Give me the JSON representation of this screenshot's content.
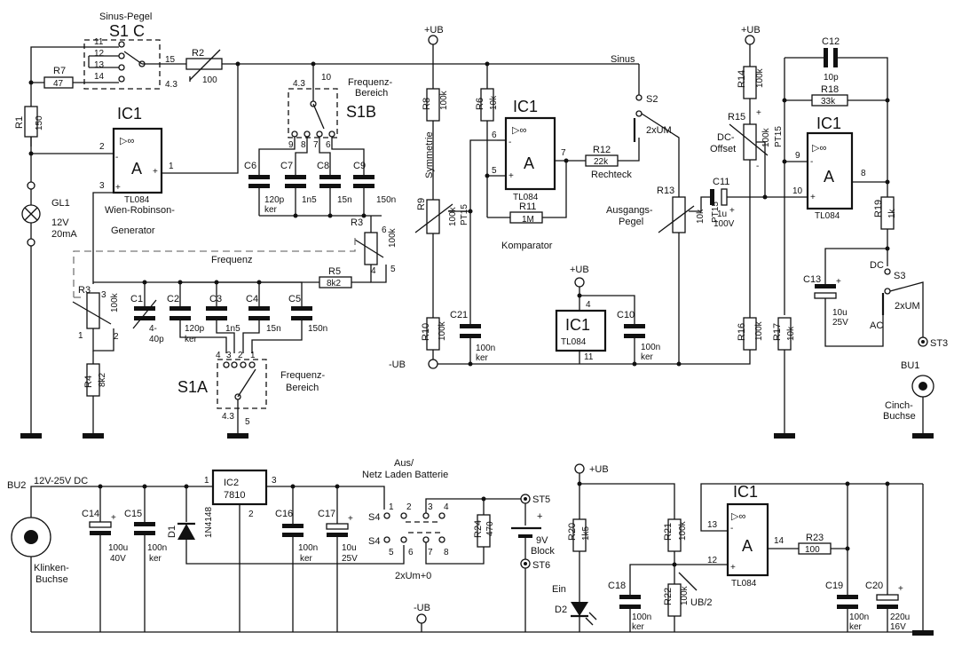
{
  "labels": {
    "sinus_pegel": "Sinus-Pegel",
    "s1c": "S1 C",
    "ic1_top_left": "IC1",
    "ic1_top_mid": "IC1",
    "ic1_top_right": "IC1",
    "ic1_supply": "IC1",
    "ic1_bottom": "IC1",
    "ic2": "IC2",
    "ic2_part": "7810",
    "tl084_1": "TL084",
    "tl084_2": "TL084",
    "tl084_3": "TL084",
    "tl084_4": "TL084",
    "tl084_5": "TL084",
    "wien": "Wien-Robinson-",
    "generator": "Generator",
    "frequenz": "Frequenz",
    "freq_bereich_1": "Frequenz-",
    "freq_bereich_2": "Bereich",
    "s1b": "S1B",
    "s1a": "S1A",
    "komparator": "Komparator",
    "sinus": "Sinus",
    "rechteck": "Rechteck",
    "symmetrie": "Symmetrie",
    "ausgangs": "Ausgangs-",
    "pegel": "Pegel",
    "dc_offset_1": "DC-",
    "dc_offset_2": "Offset",
    "ub_plus": "+UB",
    "ub_minus": "-UB",
    "ub_half": "UB/2",
    "s2": "S2",
    "s3": "S3",
    "x2um": "2xUM",
    "dc": "DC",
    "ac": "AC",
    "st3": "ST3",
    "bu1": "BU1",
    "cinch_1": "Cinch-",
    "cinch_2": "Buchse",
    "gl1": "GL1",
    "gl1_v": "12V",
    "gl1_i": "20mA",
    "bu2": "BU2",
    "supply_range": "12V-25V DC",
    "klinken_1": "Klinken-",
    "klinken_2": "Buchse",
    "aus": "Aus/",
    "netz": "Netz Laden Batterie",
    "s4": "S4",
    "x2um0": "2xUm+0",
    "st5": "ST5",
    "st6": "ST6",
    "block_v": "9V",
    "block": "Block",
    "ein": "Ein",
    "d1": "D1",
    "d1_part": "1N4148",
    "d2": "D2",
    "a": "A",
    "op": "▷∞"
  },
  "components": {
    "R1": [
      "R1",
      "150"
    ],
    "R2": [
      "R2",
      "100"
    ],
    "R3a": [
      "R3",
      "100k"
    ],
    "R3b": [
      "R3",
      "100k"
    ],
    "R4": [
      "R4",
      "8k2"
    ],
    "R5": [
      "R5",
      "8k2"
    ],
    "R6": [
      "R6",
      "10k"
    ],
    "R7": [
      "R7",
      "47"
    ],
    "R8": [
      "R8",
      "100k"
    ],
    "R9": [
      "R9",
      "100k",
      "PT15"
    ],
    "R10": [
      "R10",
      "100k"
    ],
    "R11": [
      "R11",
      "1M"
    ],
    "R12": [
      "R12",
      "22k"
    ],
    "R13": [
      "R13",
      "10k",
      "PT15"
    ],
    "R14": [
      "R14",
      "100k"
    ],
    "R15": [
      "R15",
      "100k",
      "PT15"
    ],
    "R16": [
      "R16",
      "100k"
    ],
    "R17": [
      "R17",
      "10k"
    ],
    "R18": [
      "R18",
      "33k"
    ],
    "R19": [
      "R19",
      "1k"
    ],
    "R20": [
      "R20",
      "1k5"
    ],
    "R21": [
      "R21",
      "100k"
    ],
    "R22": [
      "R22",
      "100k"
    ],
    "R23": [
      "R23",
      "100"
    ],
    "R24": [
      "R24",
      "470"
    ],
    "C1": [
      "C1",
      "4-",
      "40p"
    ],
    "C2": [
      "C2",
      "120p",
      "ker"
    ],
    "C3": [
      "C3",
      "1n5"
    ],
    "C4": [
      "C4",
      "15n"
    ],
    "C5": [
      "C5",
      "150n"
    ],
    "C6": [
      "C6",
      "120p",
      "ker"
    ],
    "C7": [
      "C7",
      "1n5"
    ],
    "C8": [
      "C8",
      "15n"
    ],
    "C9": [
      "C9",
      "150n"
    ],
    "C10": [
      "C10",
      "100n",
      "ker"
    ],
    "C11": [
      "C11",
      "1u",
      "100V"
    ],
    "C12": [
      "C12",
      "10p"
    ],
    "C13": [
      "C13",
      "10u",
      "25V"
    ],
    "C14": [
      "C14",
      "100u",
      "40V"
    ],
    "C15": [
      "C15",
      "100n",
      "ker"
    ],
    "C16": [
      "C16",
      "100n",
      "ker"
    ],
    "C17": [
      "C17",
      "10u",
      "25V"
    ],
    "C18": [
      "C18",
      "100n",
      "ker"
    ],
    "C19": [
      "C19",
      "100n",
      "ker"
    ],
    "C20": [
      "C20",
      "220u",
      "16V"
    ],
    "C21": [
      "C21",
      "100n",
      "ker"
    ]
  },
  "pins": {
    "p1": "1",
    "p2": "2",
    "p3": "3",
    "p4": "4",
    "p5": "5",
    "p6": "6",
    "p7": "7",
    "p8": "8",
    "p9": "9",
    "p10": "10",
    "p11": "11",
    "p12": "12",
    "p13": "13",
    "p14": "14",
    "p15": "15",
    "p43": "4.3"
  }
}
